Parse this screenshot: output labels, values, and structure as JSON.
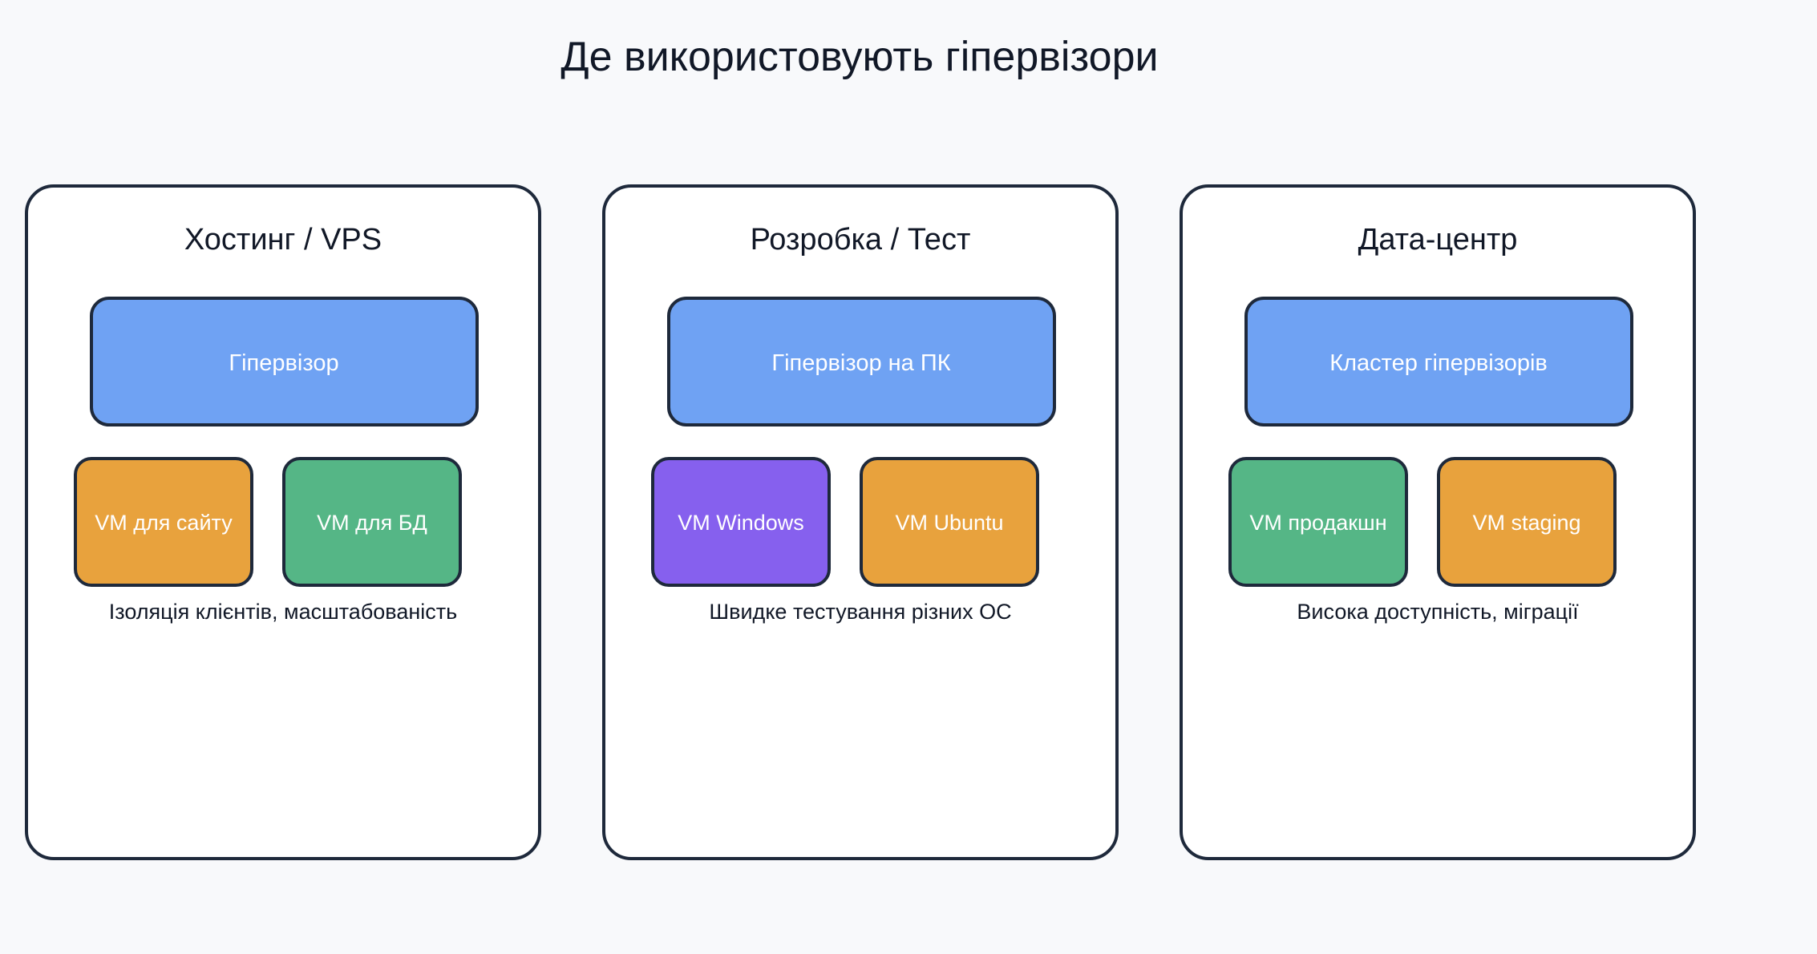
{
  "title": "Де використовують гіпервізори",
  "colors": {
    "background": "#f8f9fb",
    "card": "#ffffff",
    "stroke": "#1e293b",
    "hypervisor": "#6fa2f3",
    "orange": "#e8a23d",
    "green": "#55b686",
    "purple": "#8660ee",
    "text": "#111827"
  },
  "cards": [
    {
      "title": "Хостинг / VPS",
      "hypervisor": "Гіпервізор",
      "vms": [
        {
          "label": "VM для сайту",
          "color": "orange"
        },
        {
          "label": "VM для БД",
          "color": "green"
        }
      ],
      "caption": "Ізоляція клієнтів, масштабованість"
    },
    {
      "title": "Розробка / Тест",
      "hypervisor": "Гіпервізор на ПК",
      "vms": [
        {
          "label": "VM Windows",
          "color": "purple"
        },
        {
          "label": "VM Ubuntu",
          "color": "orange"
        }
      ],
      "caption": "Швидке тестування різних ОС"
    },
    {
      "title": "Дата-центр",
      "hypervisor": "Кластер гіпервізорів",
      "vms": [
        {
          "label": "VM продакшн",
          "color": "green"
        },
        {
          "label": "VM staging",
          "color": "orange"
        }
      ],
      "caption": "Висока доступність, міграції"
    }
  ]
}
